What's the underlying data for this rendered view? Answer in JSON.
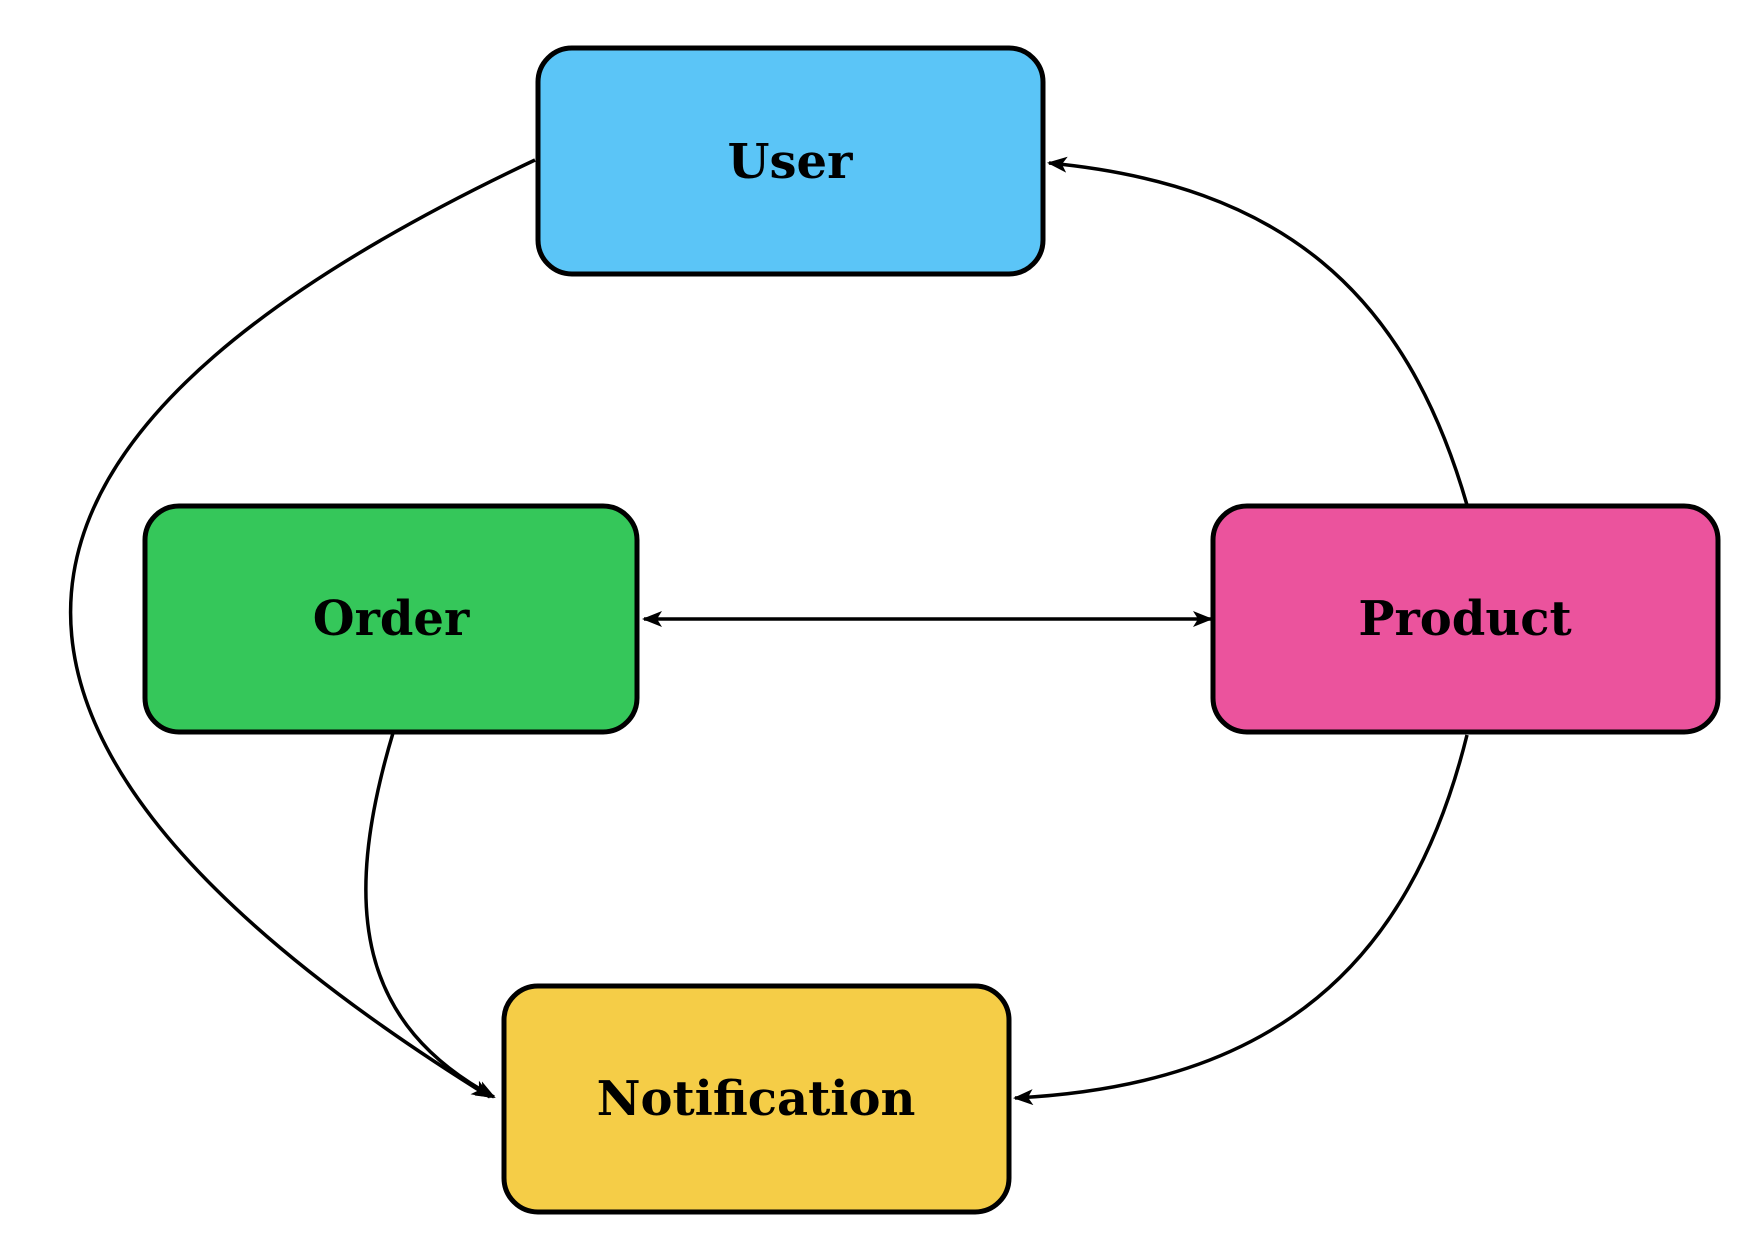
{
  "nodes": {
    "user": {
      "label": "User",
      "color": "#5BC5F7"
    },
    "order": {
      "label": "Order",
      "color": "#35C75A"
    },
    "product": {
      "label": "Product",
      "color": "#EB539D"
    },
    "notification": {
      "label": "Notification",
      "color": "#F5CD47"
    }
  },
  "edges": [
    {
      "from": "User",
      "to": "Notification"
    },
    {
      "from": "Order",
      "to": "Notification"
    },
    {
      "from": "Product",
      "to": "User"
    },
    {
      "from": "Product",
      "to": "Notification"
    },
    {
      "from": "Order",
      "to": "Product",
      "bidirectional": true
    }
  ]
}
